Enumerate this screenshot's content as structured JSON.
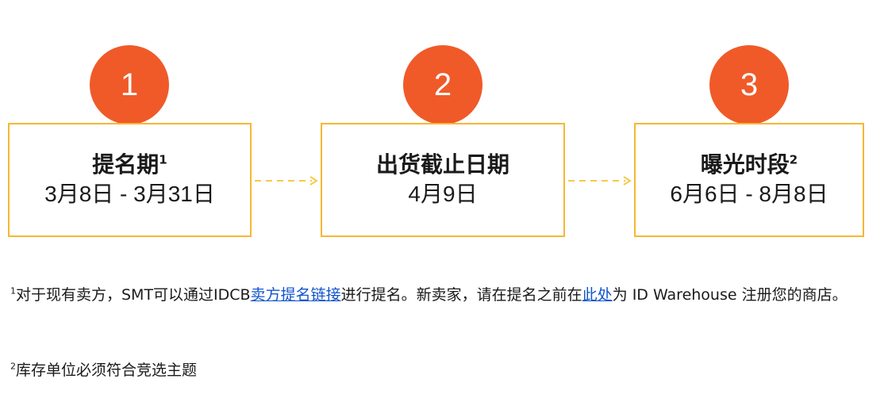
{
  "colors": {
    "circle": "#f05a28",
    "box_border": "#f7b733",
    "arrow": "#f7c948",
    "link": "#1155cc"
  },
  "steps": [
    {
      "number": "1",
      "title": "提名期",
      "note": "1",
      "date": "3月8日 - 3月31日"
    },
    {
      "number": "2",
      "title": "出货截止日期",
      "note": "",
      "date": "4月9日"
    },
    {
      "number": "3",
      "title": "曝光时段",
      "note": "2",
      "date": "6月6日 - 8月8日"
    }
  ],
  "footnotes": {
    "first": {
      "marker": "1",
      "text_a": "对于现有卖方，SMT可以通过IDCB",
      "link_a": "卖方提名链接",
      "text_b": "进行提名。新卖家，请在提名之前在",
      "link_b": "此处",
      "text_c": "为 ID Warehouse 注册您的商店。"
    },
    "second": {
      "marker": "2",
      "text": "库存单位必须符合竞选主题"
    }
  }
}
